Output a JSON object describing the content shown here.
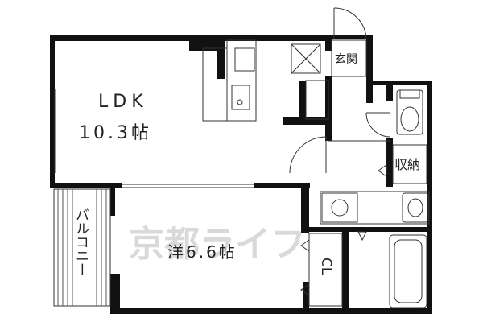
{
  "rooms": {
    "ldk": {
      "name": "LDK",
      "size": "10.3帖"
    },
    "western": {
      "name": "洋6.6帖"
    },
    "balcony": {
      "name": "バルコニー"
    },
    "closet": {
      "name": "CL"
    },
    "storage": {
      "name": "収納"
    },
    "entrance": {
      "name": "玄関"
    }
  },
  "watermark": {
    "text": "京都ライフ"
  },
  "colors": {
    "wall": "#111111",
    "line": "#333333",
    "text": "#222222",
    "watermark": "#d9d9d9"
  }
}
